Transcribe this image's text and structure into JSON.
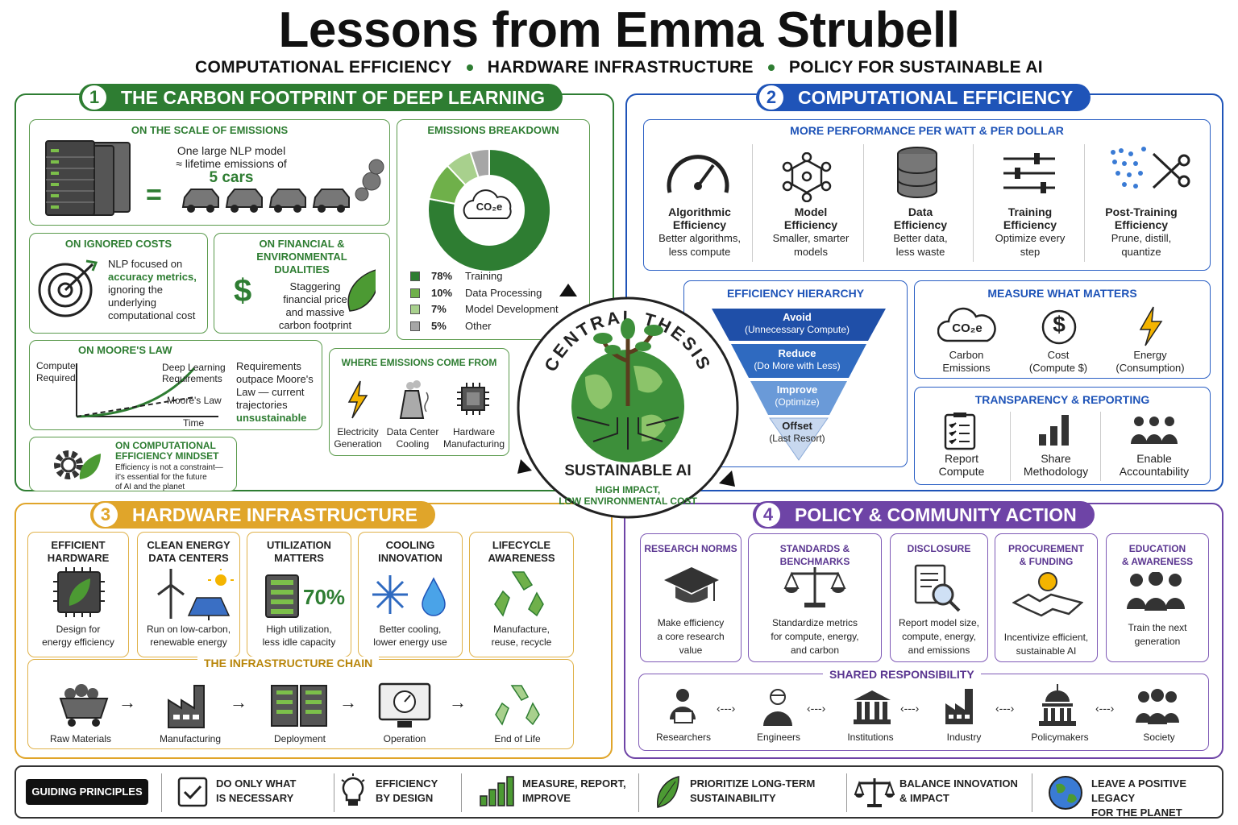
{
  "title": "Lessons from Emma Strubell",
  "subtitle": [
    "COMPUTATIONAL EFFICIENCY",
    "HARDWARE INFRASTRUCTURE",
    "POLICY FOR SUSTAINABLE AI"
  ],
  "colors": {
    "green": "#2e7d32",
    "blue": "#1f54b8",
    "yellow": "#e0a52a",
    "purple": "#6e44a6"
  },
  "s1": {
    "num": "1",
    "title": "THE CARBON FOOTPRINT OF DEEP LEARNING",
    "scale": {
      "head": "ON THE SCALE OF EMISSIONS",
      "l1": "One large NLP model",
      "l2": "≈ lifetime emissions of",
      "l3": "5 cars",
      "eq": "="
    },
    "ignored": {
      "head": "ON IGNORED COSTS",
      "l1": "NLP focused on",
      "l2": "accuracy metrics,",
      "l3": "ignoring the",
      "l4": "underlying",
      "l5": "computational cost"
    },
    "financial": {
      "head1": "ON FINANCIAL &",
      "head2": "ENVIRONMENTAL",
      "head3": "DUALITIES",
      "l1": "Staggering",
      "l2": "financial price",
      "l3": "and massive",
      "l4": "carbon footprint"
    },
    "moore": {
      "head": "ON MOORE'S LAW",
      "ylab1": "Compute",
      "ylab2": "Required",
      "dl1": "Deep Learning",
      "dl2": "Requirements",
      "ml": "Moore's Law",
      "xlab": "Time",
      "t1": "Requirements",
      "t2": "outpace Moore's",
      "t3": "Law — current",
      "t4": "trajectories",
      "t5": "unsustainable"
    },
    "mindset": {
      "head1": "ON COMPUTATIONAL",
      "head2": "EFFICIENCY MINDSET",
      "l1": "Efficiency is not a constraint—",
      "l2": "it's essential for the future",
      "l3": "of AI and the planet"
    },
    "breakdown": {
      "head": "EMISSIONS BREAKDOWN",
      "center": "CO₂e"
    },
    "where": {
      "head": "WHERE EMISSIONS COME FROM",
      "items": [
        [
          "Electricity",
          "Generation"
        ],
        [
          "Data Center",
          "Cooling"
        ],
        [
          "Hardware",
          "Manufacturing"
        ]
      ]
    }
  },
  "chart_data": {
    "type": "pie",
    "title": "EMISSIONS BREAKDOWN",
    "categories": [
      "Training",
      "Data Processing",
      "Model Development",
      "Other"
    ],
    "values": [
      78,
      10,
      7,
      5
    ],
    "labels": [
      "78%",
      "10%",
      "7%",
      "5%"
    ],
    "colors": [
      "#2e7d32",
      "#6fb04a",
      "#a8d08d",
      "#a6a6a6"
    ]
  },
  "s2": {
    "num": "2",
    "title": "COMPUTATIONAL EFFICIENCY",
    "perf": {
      "head": "MORE PERFORMANCE PER WATT & PER DOLLAR",
      "items": [
        {
          "t1": "Algorithmic",
          "t2": "Efficiency",
          "d1": "Better algorithms,",
          "d2": "less compute",
          "icon": "gauge-icon"
        },
        {
          "t1": "Model",
          "t2": "Efficiency",
          "d1": "Smaller, smarter",
          "d2": "models",
          "icon": "network-icon"
        },
        {
          "t1": "Data",
          "t2": "Efficiency",
          "d1": "Better data,",
          "d2": "less waste",
          "icon": "database-icon"
        },
        {
          "t1": "Training",
          "t2": "Efficiency",
          "d1": "Optimize every",
          "d2": "step",
          "icon": "sliders-icon"
        },
        {
          "t1": "Post-Training",
          "t2": "Efficiency",
          "d1": "Prune, distill,",
          "d2": "quantize",
          "icon": "scissors-icon"
        }
      ]
    },
    "hier": {
      "head": "EFFICIENCY HIERARCHY",
      "levels": [
        [
          "Avoid",
          "(Unnecessary Compute)"
        ],
        [
          "Reduce",
          "(Do More with Less)"
        ],
        [
          "Improve",
          "(Optimize)"
        ],
        [
          "Offset",
          "(Last Resort)"
        ]
      ]
    },
    "measure": {
      "head": "MEASURE WHAT MATTERS",
      "items": [
        [
          "Carbon",
          "Emissions"
        ],
        [
          "Cost",
          "(Compute $)"
        ],
        [
          "Energy",
          "(Consumption)"
        ]
      ],
      "co2": "CO₂e",
      "dollar": "$"
    },
    "transp": {
      "head": "TRANSPARENCY & REPORTING",
      "items": [
        [
          "Report",
          "Compute"
        ],
        [
          "Share",
          "Methodology"
        ],
        [
          "Enable",
          "Accountability"
        ]
      ]
    }
  },
  "center": {
    "arc": "CENTRAL THESIS",
    "title": "SUSTAINABLE AI",
    "sub1": "HIGH IMPACT,",
    "sub2": "LOW ENVIRONMENTAL COST"
  },
  "s3": {
    "num": "3",
    "title": "HARDWARE INFRASTRUCTURE",
    "cards": [
      {
        "h1": "EFFICIENT",
        "h2": "HARDWARE",
        "d1": "Design for",
        "d2": "energy efficiency"
      },
      {
        "h1": "CLEAN ENERGY",
        "h2": "DATA CENTERS",
        "d1": "Run on low-carbon,",
        "d2": "renewable energy"
      },
      {
        "h1": "UTILIZATION",
        "h2": "MATTERS",
        "d1": "High utilization,",
        "d2": "less idle capacity",
        "pct": "70%"
      },
      {
        "h1": "COOLING",
        "h2": "INNOVATION",
        "d1": "Better cooling,",
        "d2": "lower energy use"
      },
      {
        "h1": "LIFECYCLE",
        "h2": "AWARENESS",
        "d1": "Manufacture,",
        "d2": "reuse, recycle"
      }
    ],
    "chain": {
      "head": "THE INFRASTRUCTURE CHAIN",
      "items": [
        "Raw Materials",
        "Manufacturing",
        "Deployment",
        "Operation",
        "End of Life"
      ]
    }
  },
  "s4": {
    "num": "4",
    "title": "POLICY & COMMUNITY ACTION",
    "cards": [
      {
        "h1": "RESEARCH NORMS",
        "h2": "",
        "d": [
          "Make efficiency",
          "a core research",
          "value"
        ]
      },
      {
        "h1": "STANDARDS & BENCHMARKS",
        "h2": "",
        "d": [
          "Standardize metrics",
          "for compute, energy,",
          "and carbon"
        ]
      },
      {
        "h1": "DISCLOSURE",
        "h2": "",
        "d": [
          "Report model size,",
          "compute, energy,",
          "and emissions"
        ]
      },
      {
        "h1": "PROCUREMENT",
        "h2": "& FUNDING",
        "d": [
          "Incentivize efficient,",
          "sustainable AI"
        ]
      },
      {
        "h1": "EDUCATION",
        "h2": "& AWARENESS",
        "d": [
          "Train the next",
          "generation"
        ]
      }
    ],
    "shared": {
      "head": "SHARED RESPONSIBILITY",
      "items": [
        "Researchers",
        "Engineers",
        "Institutions",
        "Industry",
        "Policymakers",
        "Society"
      ],
      "arrow": "‹---›"
    }
  },
  "principles": {
    "label": "GUIDING PRINCIPLES",
    "items": [
      [
        "DO ONLY WHAT",
        "IS NECESSARY"
      ],
      [
        "EFFICIENCY",
        "BY DESIGN"
      ],
      [
        "MEASURE, REPORT,",
        "IMPROVE"
      ],
      [
        "PRIORITIZE LONG-TERM",
        "SUSTAINABILITY"
      ],
      [
        "BALANCE INNOVATION",
        "& IMPACT"
      ],
      [
        "LEAVE A POSITIVE LEGACY",
        "FOR THE PLANET"
      ]
    ]
  }
}
